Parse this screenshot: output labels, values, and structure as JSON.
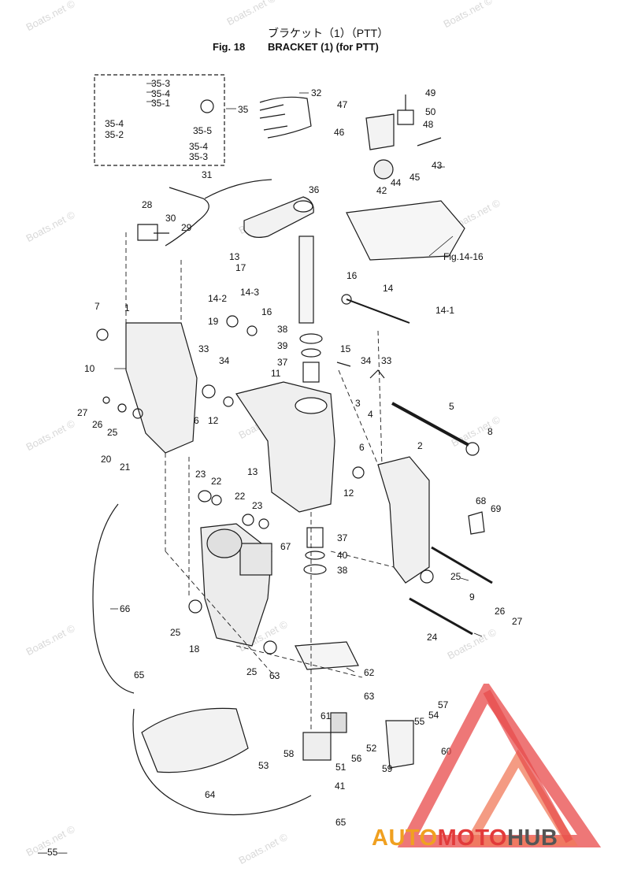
{
  "header": {
    "title_jp": "ブラケット（1）（PTT）",
    "fig_label": "Fig. 18",
    "title_en": "BRACKET (1) (for PTT)"
  },
  "watermark": "Boats.net ©",
  "ref_label": "Fig.14-16",
  "page_number": "—55—",
  "logo": {
    "part1": "AUTO",
    "part2": "MOTO",
    "part3": "HUB",
    "colors": {
      "auto": "#f0a020",
      "moto": "#e23a3a",
      "hub": "#555555"
    }
  },
  "callouts": [
    "35-3",
    "35-4",
    "35-1",
    "35-4",
    "35-2",
    "35-5",
    "35-4",
    "35-3",
    "35",
    "32",
    "47",
    "49",
    "50",
    "48",
    "46",
    "43",
    "44",
    "45",
    "42",
    "31",
    "36",
    "28",
    "30",
    "29",
    "13",
    "17",
    "14-2",
    "14-3",
    "16",
    "7",
    "1",
    "19",
    "33",
    "34",
    "10",
    "6",
    "12",
    "27",
    "26",
    "25",
    "16",
    "14",
    "14-1",
    "38",
    "39",
    "15",
    "34",
    "33",
    "37",
    "11",
    "3",
    "4",
    "5",
    "13",
    "8",
    "20",
    "21",
    "23",
    "22",
    "2",
    "6",
    "12",
    "22",
    "23",
    "68",
    "69",
    "67",
    "37",
    "40",
    "38",
    "25",
    "9",
    "66",
    "25",
    "18",
    "26",
    "27",
    "24",
    "25",
    "62",
    "63",
    "63",
    "65",
    "57",
    "54",
    "55",
    "61",
    "56",
    "52",
    "60",
    "58",
    "51",
    "59",
    "53",
    "41",
    "64",
    "65"
  ]
}
